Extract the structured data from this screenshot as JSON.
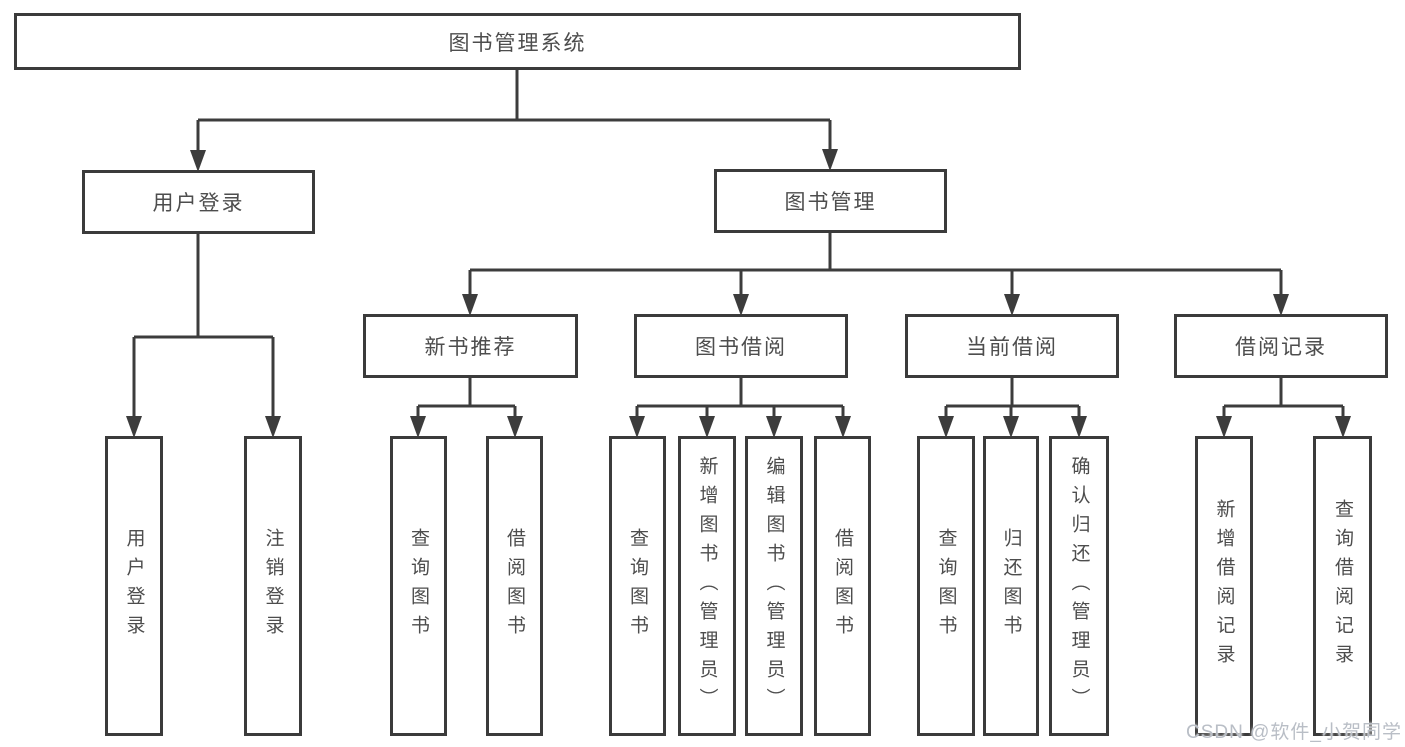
{
  "diagram": {
    "type": "hierarchy-tree",
    "colors": {
      "line": "#3c3c3c",
      "box_border": "#3b3b3b",
      "box_fill": "#ffffff",
      "text": "#4d4d4d",
      "watermark_text": "#b9bec6"
    },
    "nodes": {
      "root": {
        "label": "图书管理系统"
      },
      "user_login": {
        "label": "用户登录"
      },
      "book_mgmt": {
        "label": "图书管理"
      },
      "new_book_rec": {
        "label": "新书推荐"
      },
      "book_borrow": {
        "label": "图书借阅"
      },
      "current_borrow": {
        "label": "当前借阅"
      },
      "borrow_record": {
        "label": "借阅记录"
      },
      "leaf_user_login": {
        "label": "用户登录"
      },
      "leaf_logout": {
        "label": "注销登录"
      },
      "leaf_nbr_query": {
        "label": "查询图书"
      },
      "leaf_nbr_borrow": {
        "label": "借阅图书"
      },
      "leaf_bb_query": {
        "label": "查询图书"
      },
      "leaf_bb_add": {
        "label": "新增图书（管理员）"
      },
      "leaf_bb_edit": {
        "label": "编辑图书（管理员）"
      },
      "leaf_bb_borrow": {
        "label": "借阅图书"
      },
      "leaf_cb_query": {
        "label": "查询图书"
      },
      "leaf_cb_return": {
        "label": "归还图书"
      },
      "leaf_cb_confirm": {
        "label": "确认归还（管理员）"
      },
      "leaf_br_add": {
        "label": "新增借阅记录"
      },
      "leaf_br_query": {
        "label": "查询借阅记录"
      }
    },
    "hierarchy": {
      "图书管理系统": {
        "用户登录": [
          "用户登录",
          "注销登录"
        ],
        "图书管理": {
          "新书推荐": [
            "查询图书",
            "借阅图书"
          ],
          "图书借阅": [
            "查询图书",
            "新增图书（管理员）",
            "编辑图书（管理员）",
            "借阅图书"
          ],
          "当前借阅": [
            "查询图书",
            "归还图书",
            "确认归还（管理员）"
          ],
          "借阅记录": [
            "新增借阅记录",
            "查询借阅记录"
          ]
        }
      }
    },
    "watermark": "CSDN @软件_小贺同学"
  }
}
